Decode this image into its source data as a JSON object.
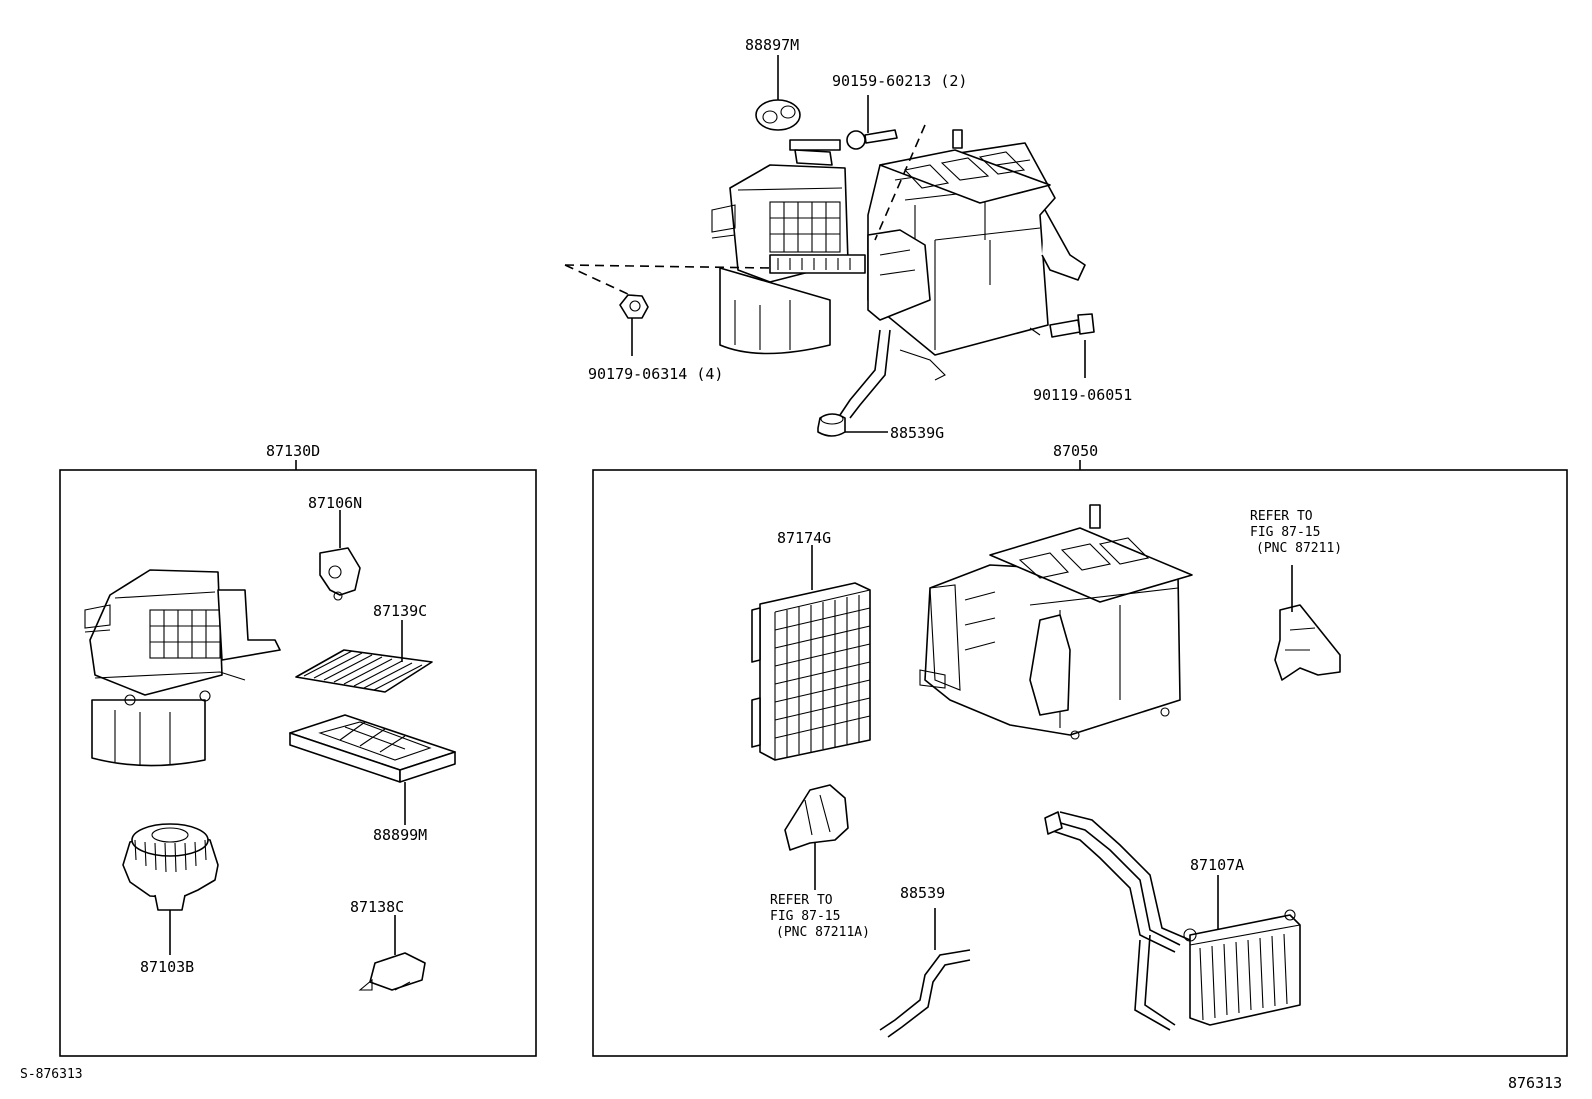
{
  "labels": {
    "p88897M": "88897M",
    "p90159": "90159-60213 (2)",
    "p90179": "90179-06314 (4)",
    "p90119": "90119-06051",
    "p88539G": "88539G",
    "p87130D": "87130D",
    "p87050": "87050",
    "p87106N": "87106N",
    "p87139C": "87139C",
    "p88899M": "88899M",
    "p87103B": "87103B",
    "p87138C": "87138C",
    "p87174G": "87174G",
    "p88539": "88539",
    "p87107A": "87107A",
    "refer1_l1": "REFER TO",
    "refer1_l2": "FIG 87-15",
    "refer1_l3": "(PNC 87211)",
    "refer2_l1": "REFER TO",
    "refer2_l2": "FIG 87-15",
    "refer2_l3": "(PNC 87211A)",
    "footer_left": "S-876313",
    "footer_right": "876313"
  }
}
